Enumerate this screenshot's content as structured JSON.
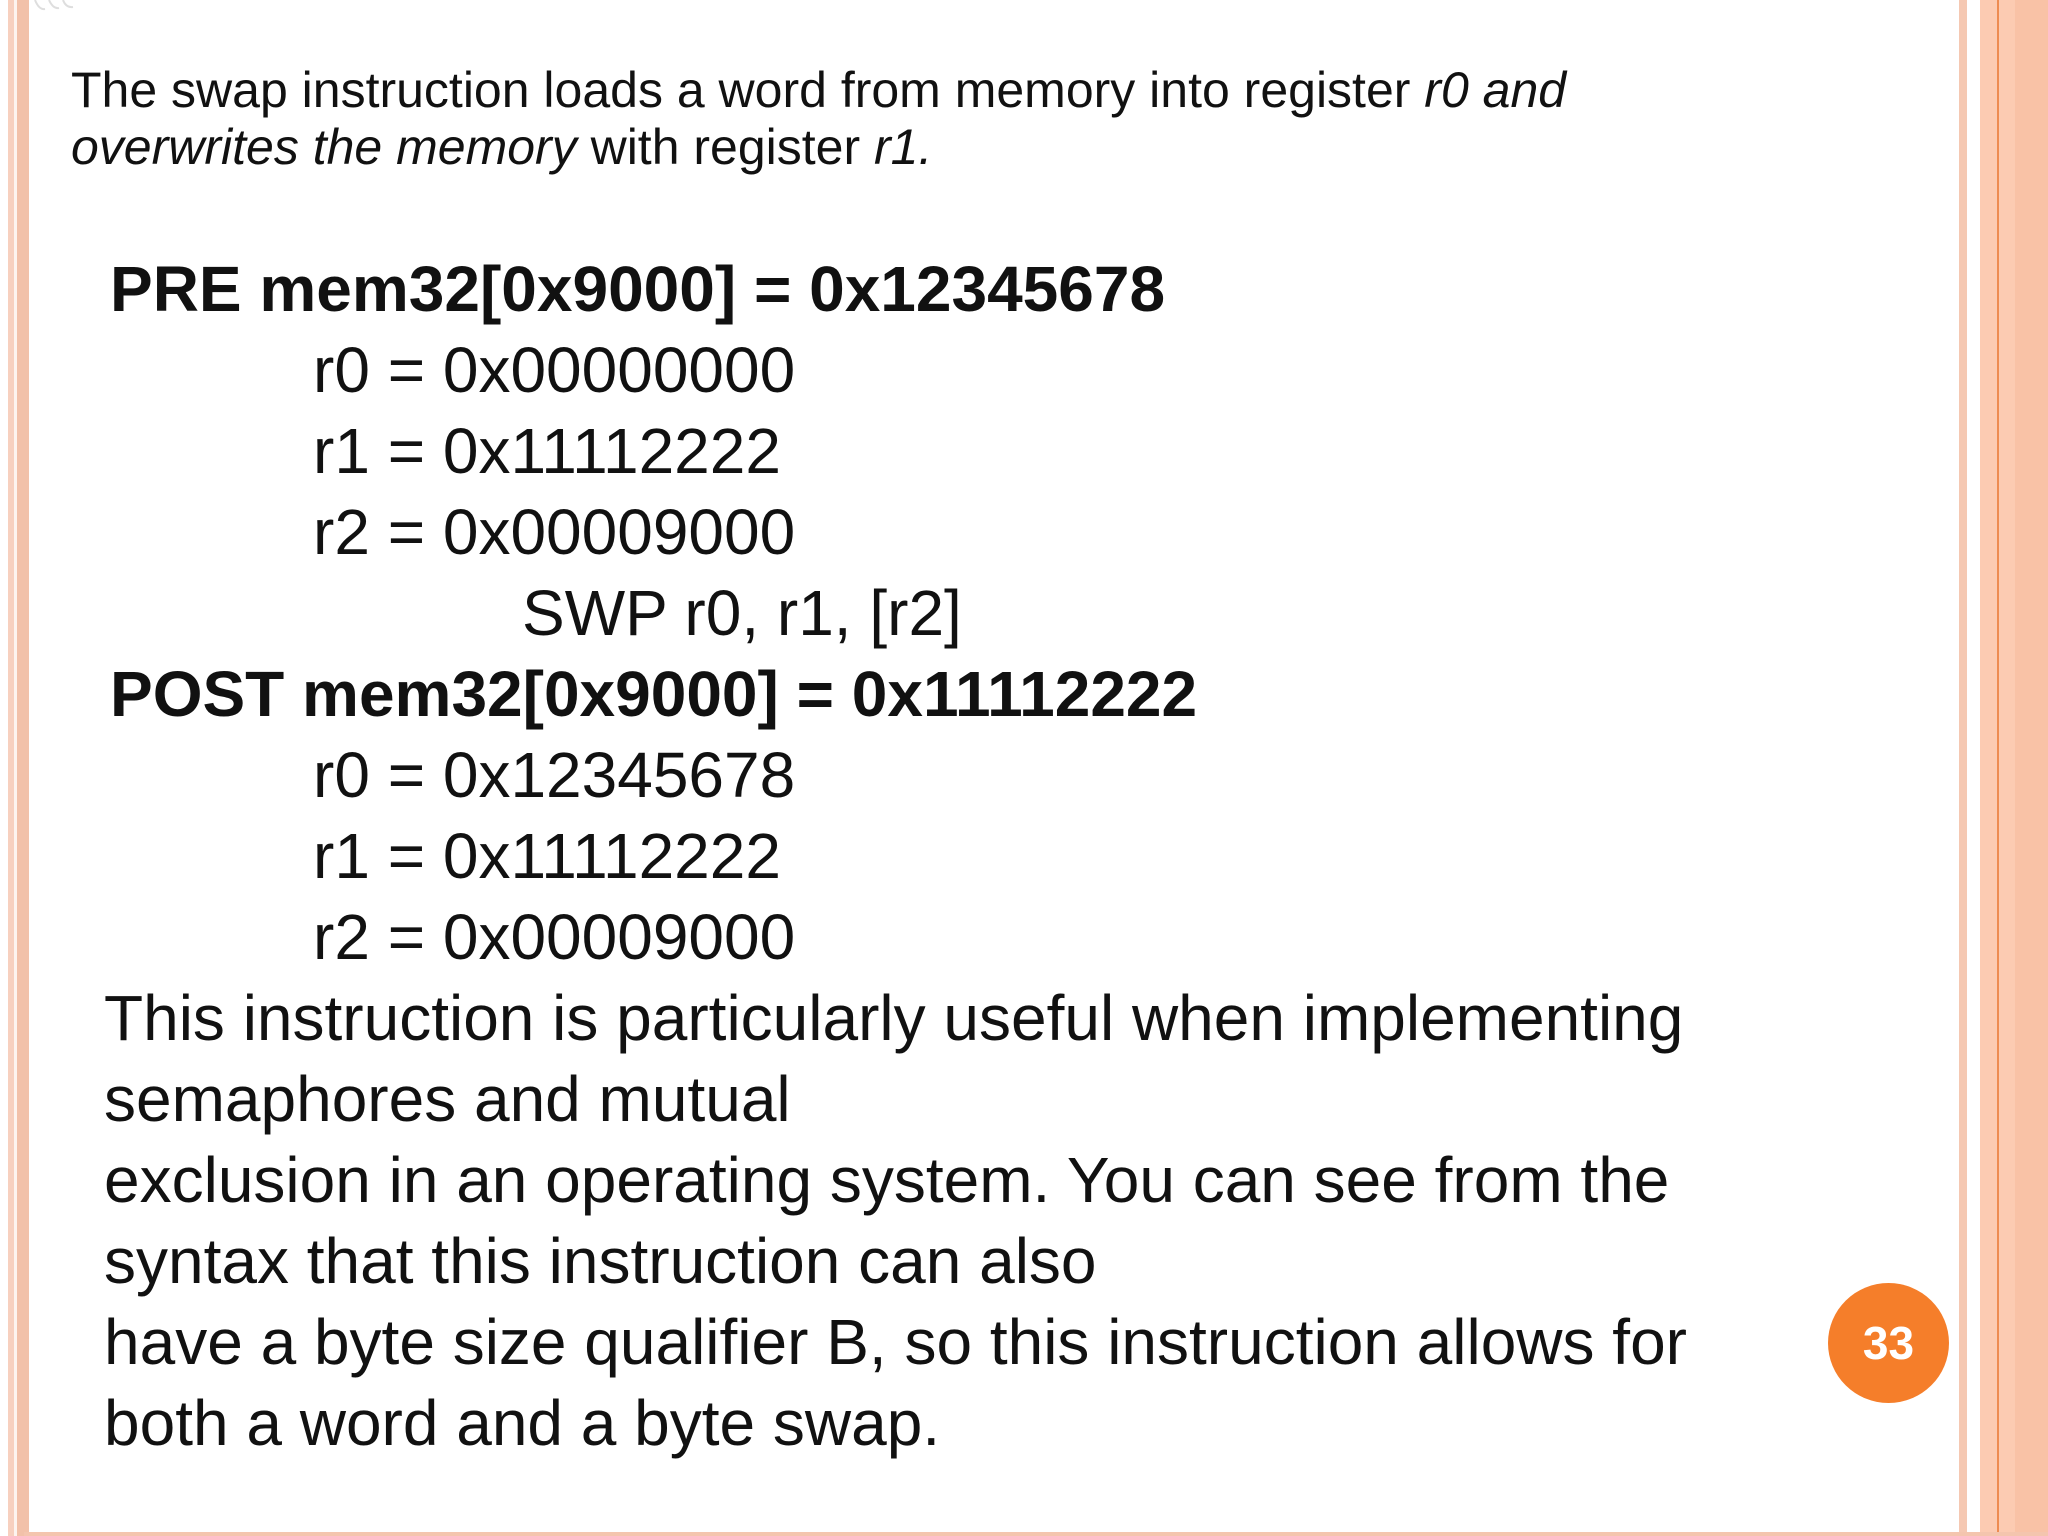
{
  "intro": {
    "line1_regular": "The swap instruction loads a word from memory into register ",
    "line1_italic": "r0 and",
    "line2_italic1": "overwrites the memory",
    "line2_regular": " with register ",
    "line2_italic2": "r1."
  },
  "code": {
    "pre_header": "PRE mem32[0x9000] = 0x12345678",
    "pre_regs": [
      "r0 = 0x00000000",
      "r1 = 0x11112222",
      "r2 = 0x00009000"
    ],
    "instruction": "SWP r0, r1, [r2]",
    "post_header": "POST mem32[0x9000] = 0x11112222",
    "post_regs": [
      "r0 = 0x12345678",
      "r1 = 0x11112222",
      "r2 = 0x00009000"
    ]
  },
  "paragraph": {
    "lines": [
      "This instruction is particularly useful when implementing",
      "semaphores and mutual",
      "exclusion in an operating system. You can see from the",
      "syntax that this instruction can also",
      "have a byte size qualifier B, so this instruction allows for",
      "both a word and a byte swap."
    ]
  },
  "page_number": "33",
  "colors": {
    "border_salmon": "#f2c1a9",
    "border_salmon_light": "#f7d0bf",
    "right_field": "#fccbb2",
    "right_field_deep": "#f9c2a6",
    "right_accent_line": "#ee8c52",
    "page_badge": "#f57e2a",
    "text": "#111111",
    "background": "#ffffff"
  }
}
